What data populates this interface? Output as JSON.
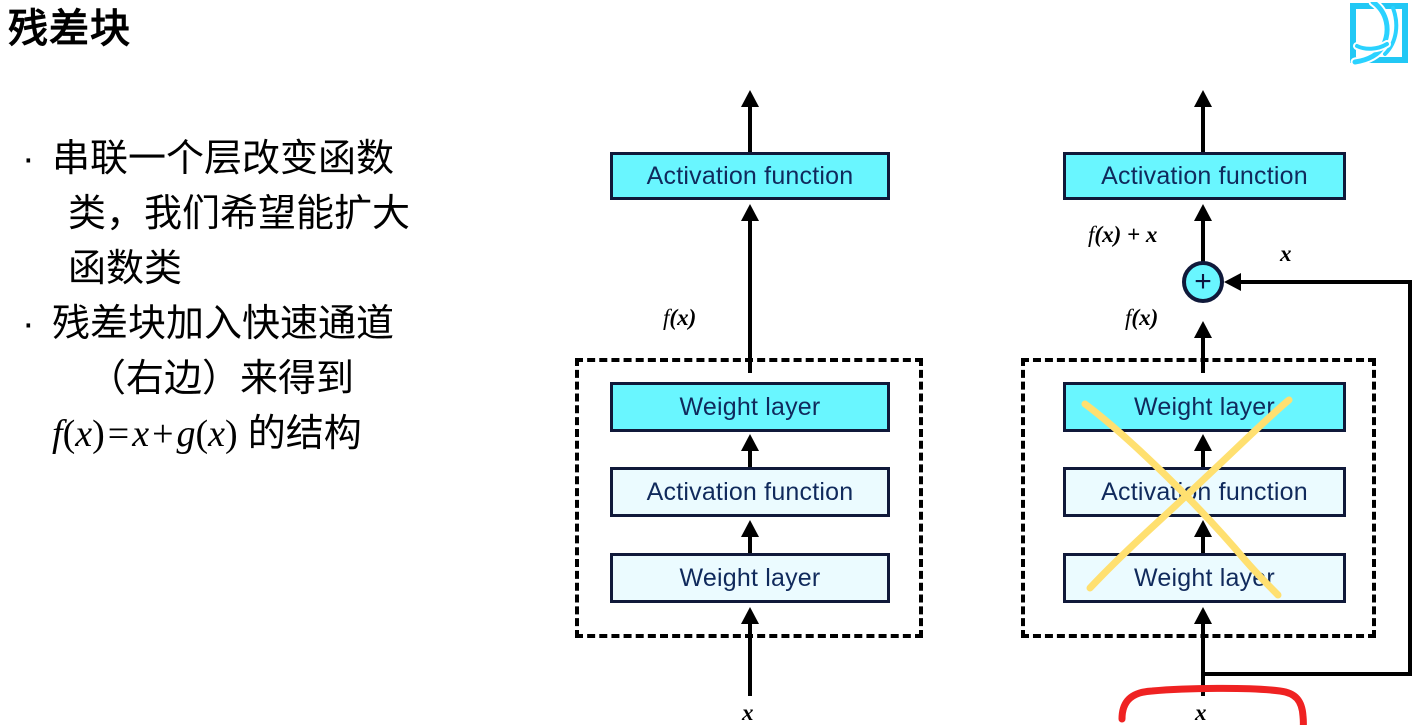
{
  "slide": {
    "title": "残差块",
    "background_color": "#ffffff"
  },
  "logo": {
    "name": "d2l-brush-logo",
    "color": "#22c8f5"
  },
  "bullets": [
    {
      "marker": "·",
      "lines": [
        "串联一个层改变函数",
        "类，我们希望能扩大",
        "函数类"
      ]
    },
    {
      "marker": "·",
      "lines": [
        "残差块加入快速通道",
        "（右边）来得到"
      ],
      "formula": {
        "f": "f",
        "lparen": "(",
        "x1": "x",
        "rparen": ")",
        "eq": "=",
        "x2": "x",
        "plus": "+",
        "g": "g",
        "lparen2": "(",
        "x3": "x",
        "rparen2": ")",
        "tail": "的结构"
      }
    }
  ],
  "diagrams": {
    "left": {
      "name": "plain-block",
      "output_arrow": "arrow-up",
      "top_box": {
        "label": "Activation function",
        "fill": "#69f6ff"
      },
      "edge_label_fx": "f(x)",
      "group_boxes": [
        {
          "label": "Weight layer",
          "fill": "#69f6ff"
        },
        {
          "label": "Activation function",
          "fill": "#ebfbff"
        },
        {
          "label": "Weight layer",
          "fill": "#ebfbff"
        }
      ],
      "input_label": "x"
    },
    "right": {
      "name": "residual-block",
      "output_arrow": "arrow-up",
      "top_box": {
        "label": "Activation function",
        "fill": "#69f6ff"
      },
      "edge_label_sum": "f(x) + x",
      "plus_node": {
        "symbol": "+",
        "fill": "#69f6ff"
      },
      "skip_label": "x",
      "edge_label_fx": "f(x)",
      "group_boxes": [
        {
          "label": "Weight layer",
          "fill": "#69f6ff"
        },
        {
          "label": "Activation function",
          "fill": "#ebfbff"
        },
        {
          "label": "Weight layer",
          "fill": "#ebfbff"
        }
      ],
      "input_label": "x"
    }
  },
  "annotations": [
    {
      "name": "yellow-cross-out",
      "color": "#ffe070",
      "target": "right-residual-group"
    },
    {
      "name": "red-highlight-box",
      "color": "#ef2222",
      "target": "right-input-x"
    }
  ]
}
